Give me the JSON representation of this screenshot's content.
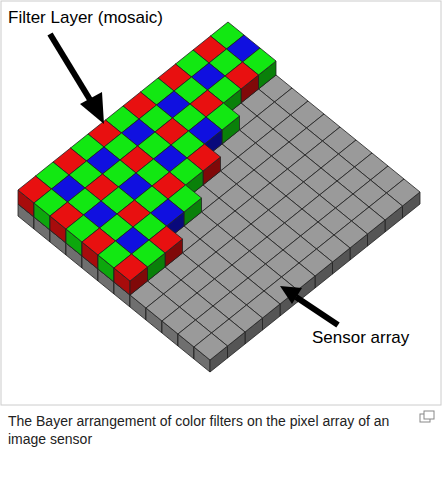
{
  "diagram": {
    "caption": "The Bayer arrangement of color filters on the pixel array of an image sensor",
    "labels": [
      "Filter Layer (mosaic)",
      "Sensor array"
    ]
  }
}
